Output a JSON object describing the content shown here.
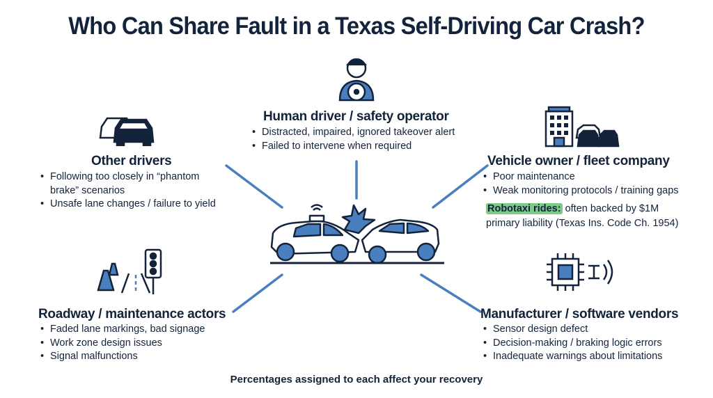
{
  "title": "Who Can Share Fault in a Texas Self-Driving Car Crash?",
  "colors": {
    "accent": "#4a7fbf",
    "text": "#13233a",
    "highlight": "#7cc98a"
  },
  "sections": {
    "human_driver": {
      "icon": "driver-icon",
      "heading": "Human driver / safety operator",
      "bullets": [
        "Distracted, impaired, ignored takeover alert",
        "Failed to intervene when required"
      ]
    },
    "other_drivers": {
      "icon": "cars-icon",
      "heading": "Other drivers",
      "bullets": [
        "Following too closely in “phantom brake” scenarios",
        "Unsafe lane changes / failure to yield"
      ]
    },
    "vehicle_owner": {
      "icon": "fleet-building-icon",
      "heading": "Vehicle owner / fleet company",
      "bullets": [
        "Poor maintenance",
        "Weak monitoring protocols / training gaps"
      ],
      "note_label": "Robotaxi rides:",
      "note_line1": " often backed by $1M",
      "note_line2": "primary liability (Texas Ins. Code Ch. 1954)"
    },
    "roadway": {
      "icon": "road-cones-signal-icon",
      "heading": "Roadway / maintenance actors",
      "bullets": [
        "Faded lane markings, bad signage",
        "Work zone design issues",
        "Signal malfunctions"
      ]
    },
    "manufacturer": {
      "icon": "chip-sensor-icon",
      "heading": "Manufacturer / software vendors",
      "bullets": [
        "Sensor design defect",
        "Decision-making / braking logic errors",
        "Inadequate warnings about limitations"
      ]
    }
  },
  "footer": "Percentages assigned to each affect your recovery"
}
